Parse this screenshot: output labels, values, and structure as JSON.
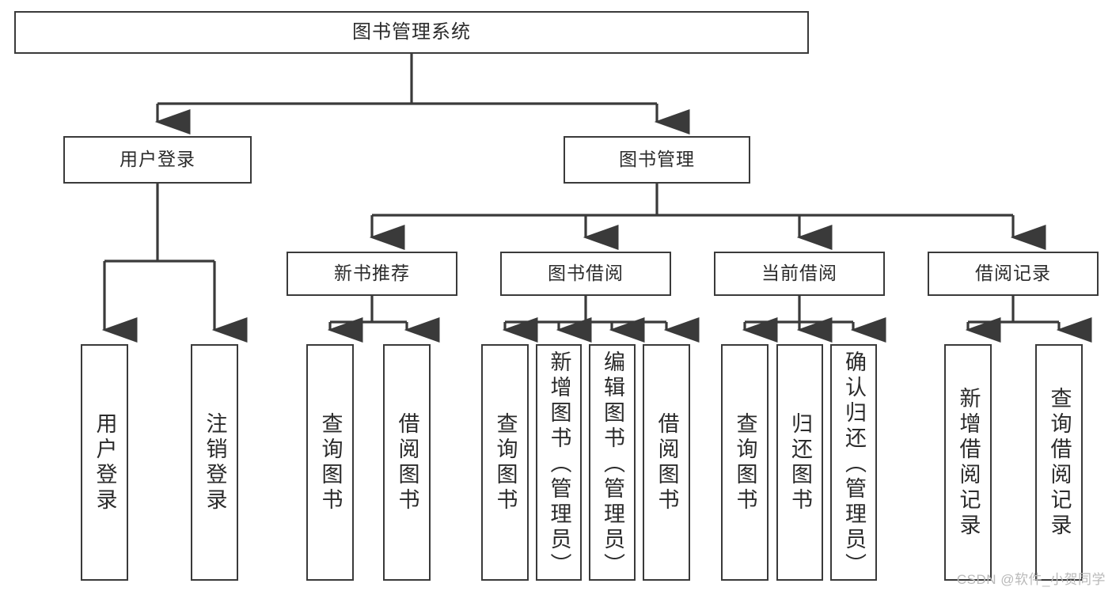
{
  "diagram": {
    "title": "图书管理系统",
    "type": "tree-hierarchy-chart",
    "orientation": "top-down",
    "stroke_color": "#3a3a3a",
    "fill_color": "#ffffff",
    "text_color": "#2b2b2b"
  },
  "nodes": {
    "root": {
      "label": "图书管理系统"
    },
    "level2": [
      {
        "id": "user-login",
        "label": "用户登录"
      },
      {
        "id": "book-manage",
        "label": "图书管理"
      }
    ],
    "level3": [
      {
        "id": "new-book-rec",
        "label": "新书推荐"
      },
      {
        "id": "book-borrow",
        "label": "图书借阅"
      },
      {
        "id": "current-borrow",
        "label": "当前借阅"
      },
      {
        "id": "borrow-record",
        "label": "借阅记录"
      }
    ],
    "leaves": {
      "user_login": [
        {
          "id": "leaf-user-login",
          "label": "用户登录"
        },
        {
          "id": "leaf-logout",
          "label": "注销登录"
        }
      ],
      "new_book_rec": [
        {
          "id": "leaf-query-book-1",
          "label": "查询图书"
        },
        {
          "id": "leaf-borrow-book-1",
          "label": "借阅图书"
        }
      ],
      "book_borrow": [
        {
          "id": "leaf-query-book-2",
          "label": "查询图书"
        },
        {
          "id": "leaf-add-book",
          "label": "新增图书（管理员）"
        },
        {
          "id": "leaf-edit-book",
          "label": "编辑图书（管理员）"
        },
        {
          "id": "leaf-borrow-book-2",
          "label": "借阅图书"
        }
      ],
      "current_borrow": [
        {
          "id": "leaf-query-book-3",
          "label": "查询图书"
        },
        {
          "id": "leaf-return-book",
          "label": "归还图书"
        },
        {
          "id": "leaf-confirm-return",
          "label": "确认归还（管理员）"
        }
      ],
      "borrow_record": [
        {
          "id": "leaf-add-record",
          "label": "新增借阅记录"
        },
        {
          "id": "leaf-query-record",
          "label": "查询借阅记录"
        }
      ]
    }
  },
  "watermark": {
    "text": "CSDN @软件_小贺同学"
  }
}
